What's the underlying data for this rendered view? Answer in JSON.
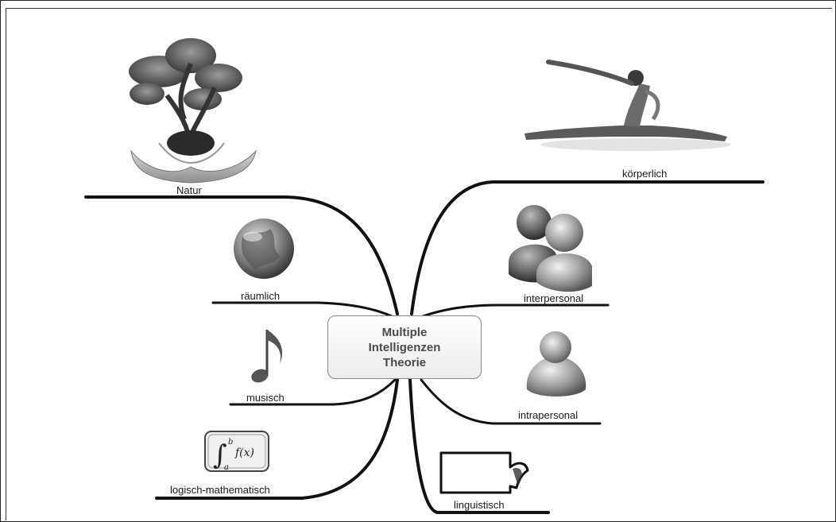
{
  "center": {
    "line1": "Multiple",
    "line2": "Intelligenzen",
    "line3": "Theorie"
  },
  "branches": {
    "natur": "Natur",
    "koerperlich": "körperlich",
    "raeumlich": "räumlich",
    "interpersonal": "interpersonal",
    "musisch": "musisch",
    "intrapersonal": "intrapersonal",
    "logisch": "logisch-mathematisch",
    "linguistisch": "linguistisch"
  },
  "icons": {
    "natur": "bonsai-tree-in-hands-icon",
    "koerperlich": "stretching-person-icon",
    "raeumlich": "globe-icon",
    "interpersonal": "two-people-icon",
    "musisch": "music-note-icon",
    "intrapersonal": "single-person-icon",
    "logisch": "integral-formula-icon",
    "linguistisch": "speech-bubble-icon"
  },
  "formula": {
    "upper": "b",
    "lower": "a",
    "integral": "∫",
    "expr": "f(x)"
  }
}
